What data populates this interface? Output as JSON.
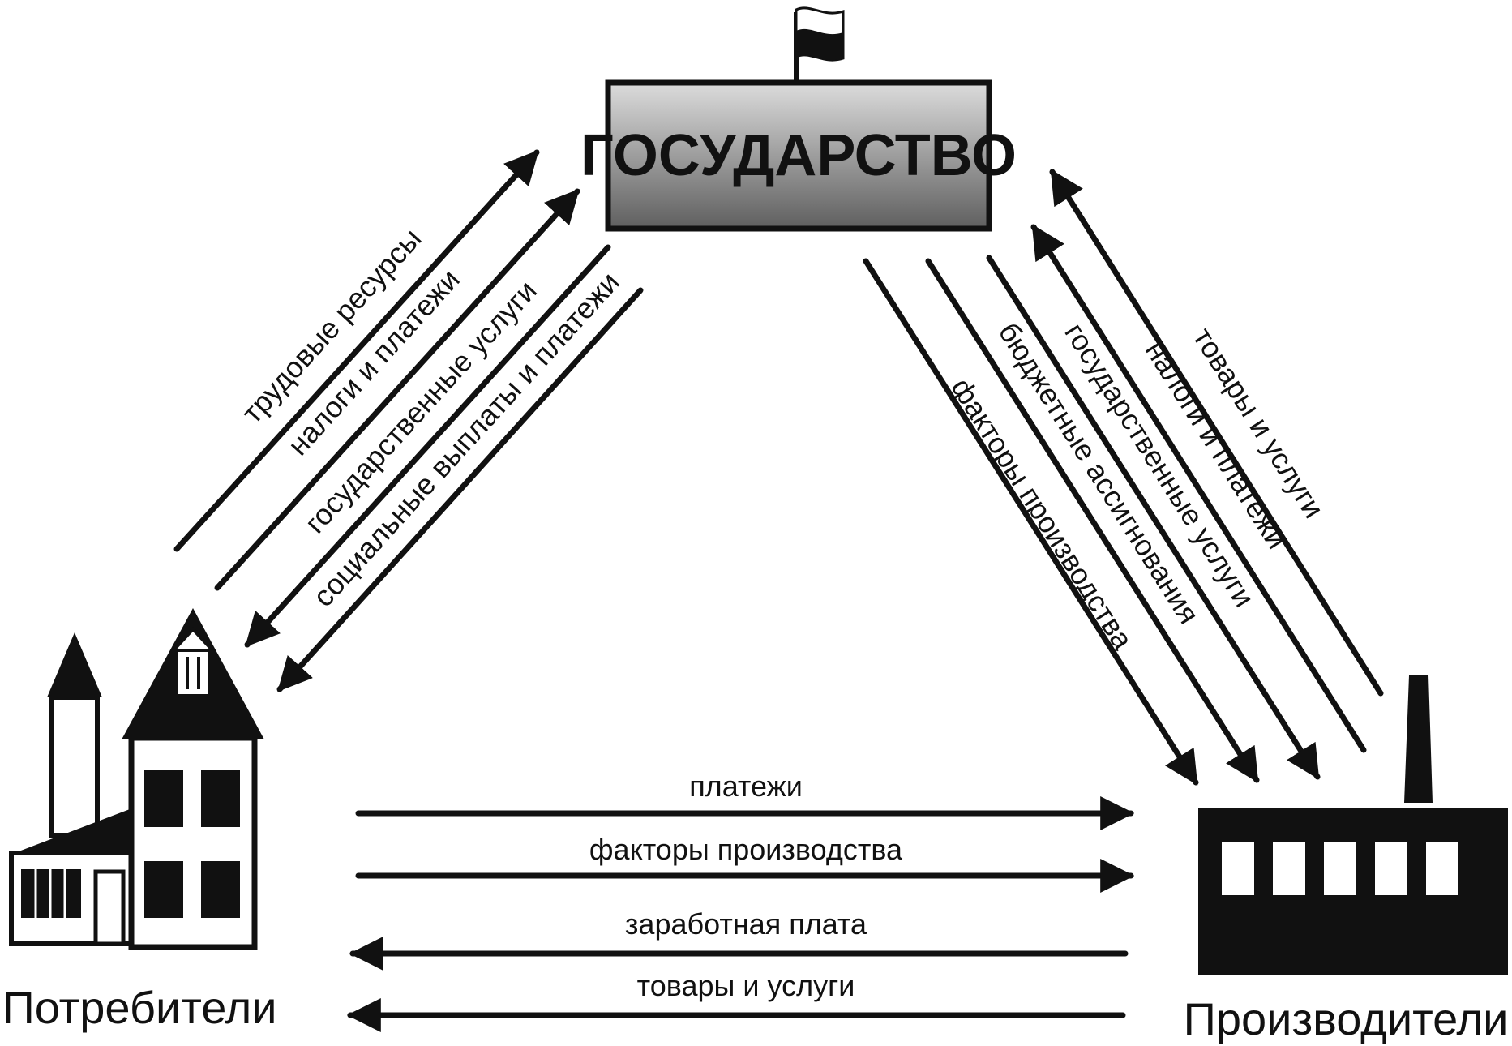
{
  "state": {
    "title": "ГОСУДАРСТВО"
  },
  "consumers": {
    "label": "Потребители"
  },
  "producers": {
    "label": "Производители"
  },
  "left_flows": [
    "трудовые ресурсы",
    "налоги и платежи",
    "государственные услуги",
    "социальные выплаты и платежи"
  ],
  "right_flows": [
    "товары и услуги",
    "налоги и платежи",
    "государственные услуги",
    "бюджетные ассигнования",
    "факторы производства"
  ],
  "bottom_flows": [
    "платежи",
    "факторы производства",
    "заработная плата",
    "товары и услуги"
  ],
  "colors": {
    "ink": "#111111",
    "box_top": "#dcdcdc",
    "box_bottom": "#5f5f5f",
    "background": "#ffffff"
  },
  "icons": [
    "flag-icon",
    "house-icon",
    "factory-icon"
  ]
}
